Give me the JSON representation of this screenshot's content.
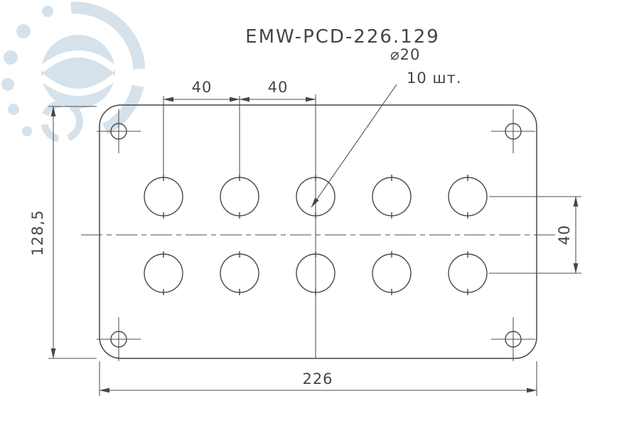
{
  "drawing": {
    "title": "EMW-PCD-226.129",
    "note_diameter": "⌀20",
    "note_quantity": "10 шт.",
    "dim_top_left": "40",
    "dim_top_right": "40",
    "dim_height": "128,5",
    "dim_row_spacing": "40",
    "dim_width": "226"
  },
  "colors": {
    "line": "#474747",
    "watermark": "#b6cbdb"
  }
}
